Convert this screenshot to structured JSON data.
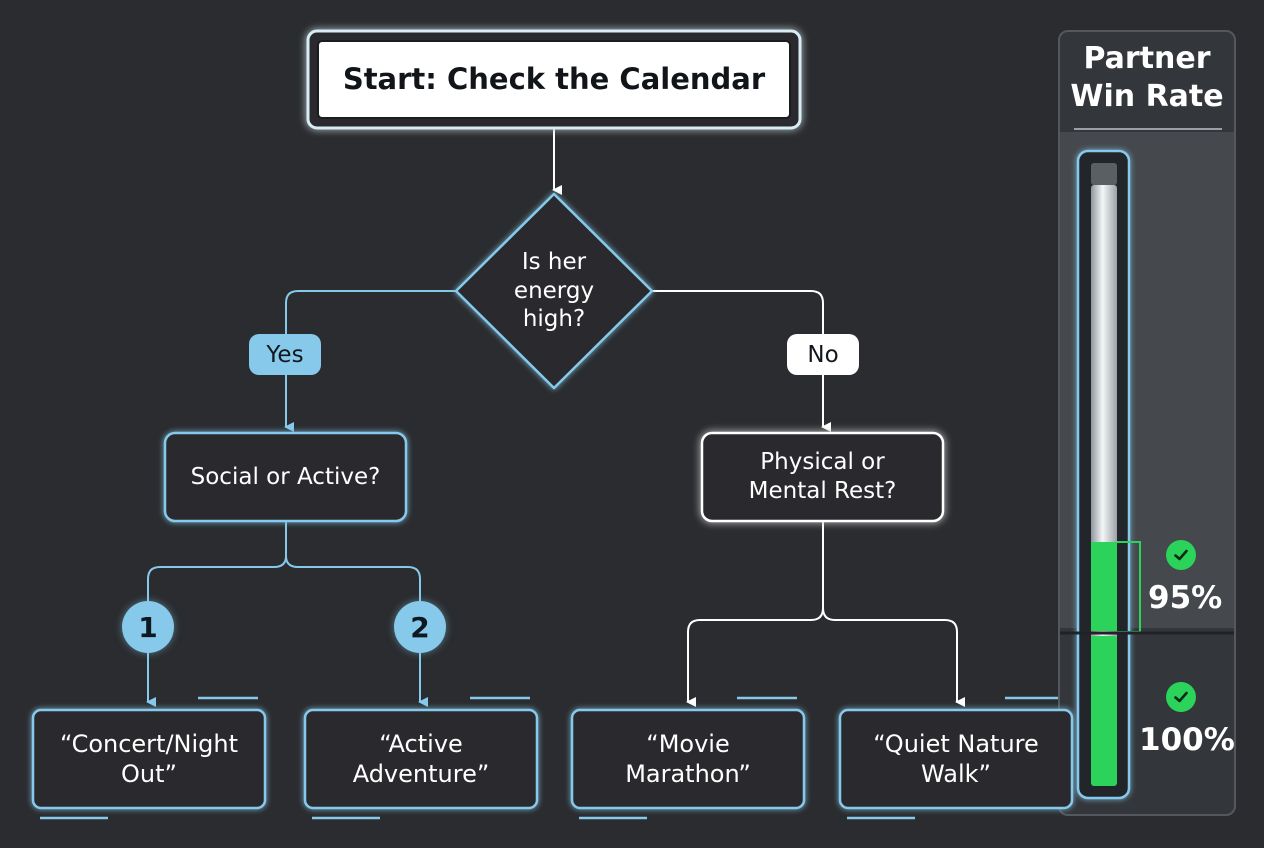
{
  "flowchart": {
    "start": {
      "label": "Start: Check the Calendar"
    },
    "decision_energy": {
      "label": "Is her energy high?"
    },
    "branch_yes": {
      "label": "Yes"
    },
    "branch_no": {
      "label": "No"
    },
    "decision_social": {
      "label": "Social or Active?"
    },
    "decision_rest": {
      "label": "Physical or Mental Rest?"
    },
    "option_badges": [
      "1",
      "2"
    ],
    "outcomes": [
      {
        "label": "“Concert/Night Out”"
      },
      {
        "label": "“Active Adventure”"
      },
      {
        "label": "“Movie Marathon”"
      },
      {
        "label": "“Quiet Nature Walk”"
      }
    ]
  },
  "win_rate_panel": {
    "title": "Partner Win Rate",
    "levels": [
      {
        "label": "95%",
        "value": 95
      },
      {
        "label": "100%",
        "value": 100
      }
    ]
  },
  "colors": {
    "background": "#2a2c2f",
    "accent_blue": "#86c9ea",
    "white": "#ffffff",
    "success_green": "#2bd35a",
    "check_icon": "check-circle-icon"
  }
}
